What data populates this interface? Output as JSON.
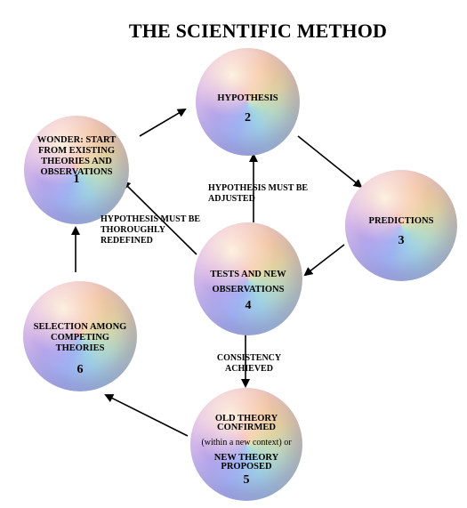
{
  "title": "THE SCIENTIFIC METHOD",
  "nodes": {
    "wonder": {
      "label": "WONDER: START FROM EXISTING  THEORIES AND OBSERVATIONS",
      "number": "1"
    },
    "hypothesis": {
      "label": "HYPOTHESIS",
      "number": "2"
    },
    "predictions": {
      "label": "PREDICTIONS",
      "number": "3"
    },
    "tests": {
      "label": "TESTS AND NEW OBSERVATIONS",
      "number": "4"
    },
    "old_theory": {
      "label_top": "OLD THEORY CONFIRMED",
      "sub": "(within a new context) or",
      "label_bottom": "NEW THEORY PROPOSED",
      "number": "5"
    },
    "selection": {
      "label": "SELECTION AMONG COMPETING THEORIES",
      "number": "6"
    }
  },
  "edge_labels": {
    "adjusted": "HYPOTHESIS MUST BE ADJUSTED",
    "redefined": "HYPOTHESIS MUST BE THOROUGHLY REDEFINED",
    "consistency": "CONSISTENCY ACHIEVED"
  },
  "colors": {
    "arrow": "#000000",
    "text": "#000000",
    "background": "#ffffff"
  }
}
